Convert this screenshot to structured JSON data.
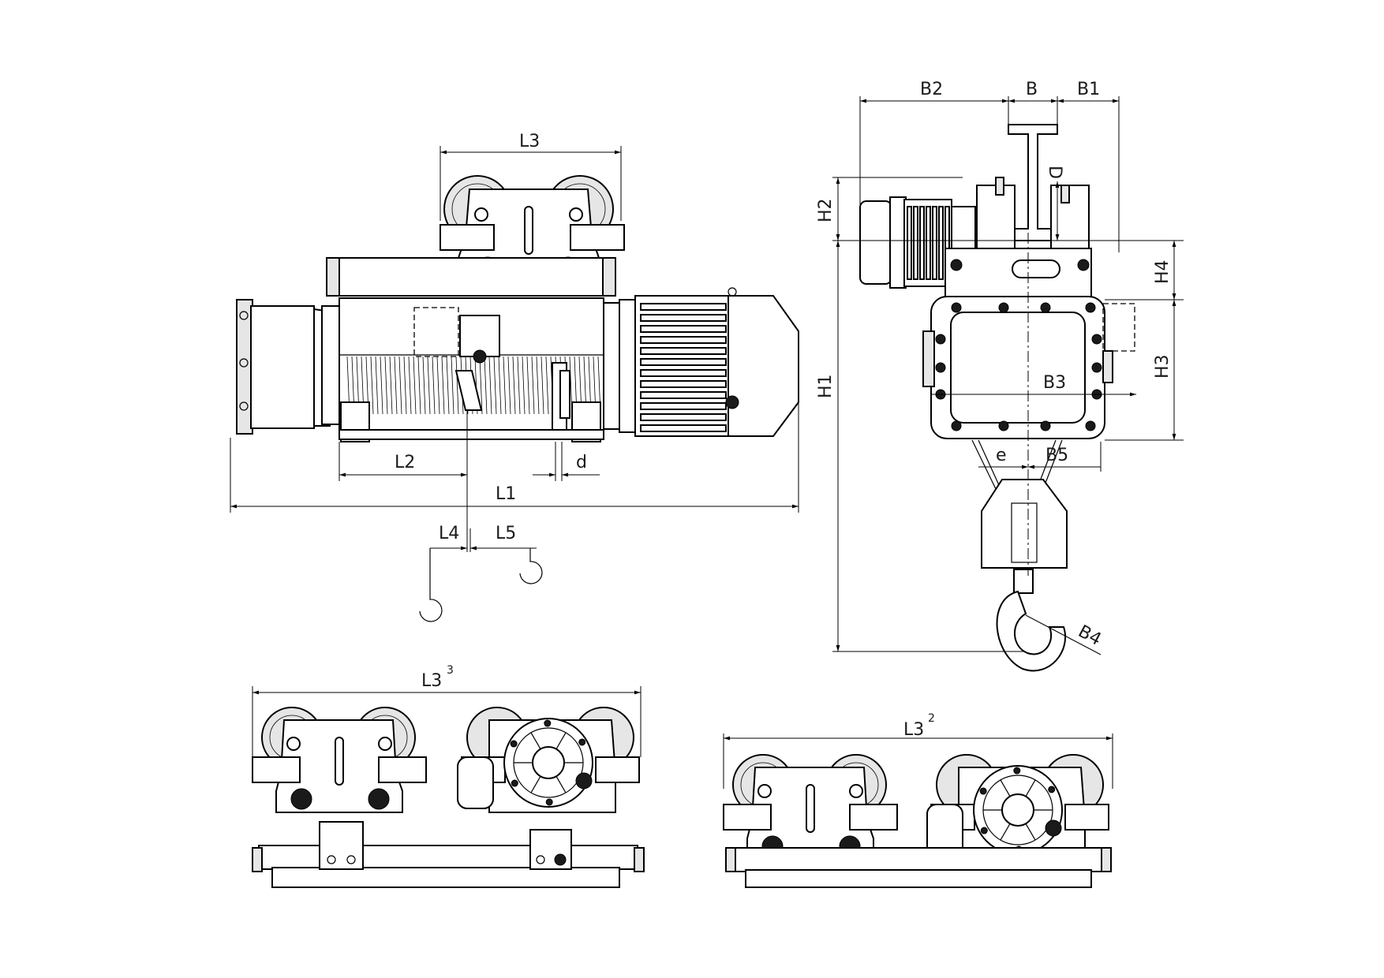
{
  "labels": {
    "L1": "L1",
    "L2": "L2",
    "L3": "L3",
    "L4": "L4",
    "L5": "L5",
    "d": "d",
    "B": "B",
    "B1": "B1",
    "B2": "B2",
    "B3": "B3",
    "B4": "B4",
    "B5": "B5",
    "e": "e",
    "D": "D",
    "H1": "H1",
    "H2": "H2",
    "H3": "H3",
    "H4": "H4",
    "L3_3": "L3",
    "L3_3_sup": "3",
    "L3_2": "L3",
    "L3_2_sup": "2"
  }
}
